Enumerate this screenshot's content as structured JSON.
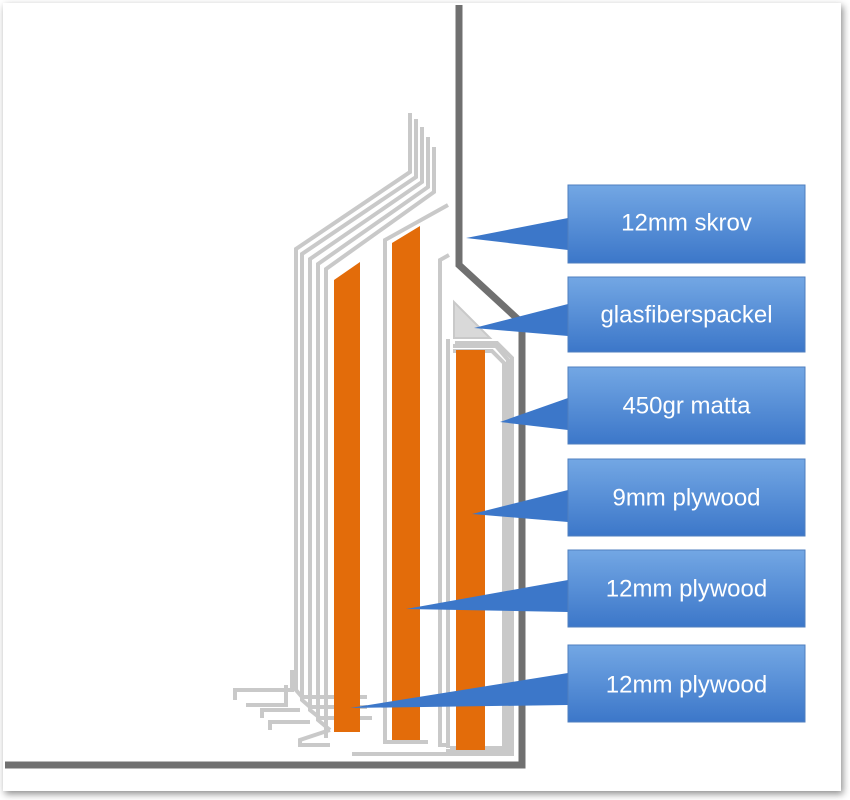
{
  "callouts": [
    {
      "id": "hull",
      "label": "12mm skrov"
    },
    {
      "id": "filler",
      "label": "glasfiberspackel"
    },
    {
      "id": "mat",
      "label": "450gr matta"
    },
    {
      "id": "ply9",
      "label": "9mm plywood"
    },
    {
      "id": "ply12a",
      "label": "12mm plywood"
    },
    {
      "id": "ply12b",
      "label": "12mm plywood"
    }
  ],
  "colors": {
    "hull": "#707070",
    "laminate": "#c9c9c9",
    "filler": "#d9d9d9",
    "plywood": "#e36c0a",
    "callout_top": "#73a7e4",
    "callout_bottom": "#3c77c9",
    "callout_stroke": "#4f7fbf",
    "label_text": "#ffffff"
  }
}
